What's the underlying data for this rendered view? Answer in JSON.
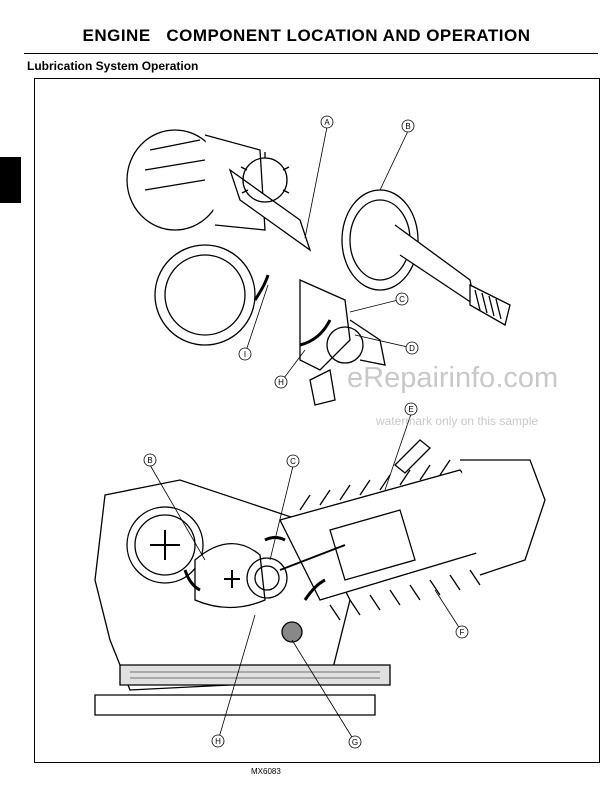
{
  "header": {
    "title": "ENGINE   COMPONENT LOCATION AND OPERATION",
    "section": "Lubrication System Operation"
  },
  "figure": {
    "id": "MX6083",
    "top_callouts": [
      "A",
      "B",
      "C",
      "D",
      "H",
      "I"
    ],
    "bottom_callouts": [
      "B",
      "C",
      "E",
      "F",
      "G",
      "H"
    ]
  },
  "watermark": {
    "main": "eRepairinfo.com",
    "sub": "watermark only on this sample"
  }
}
